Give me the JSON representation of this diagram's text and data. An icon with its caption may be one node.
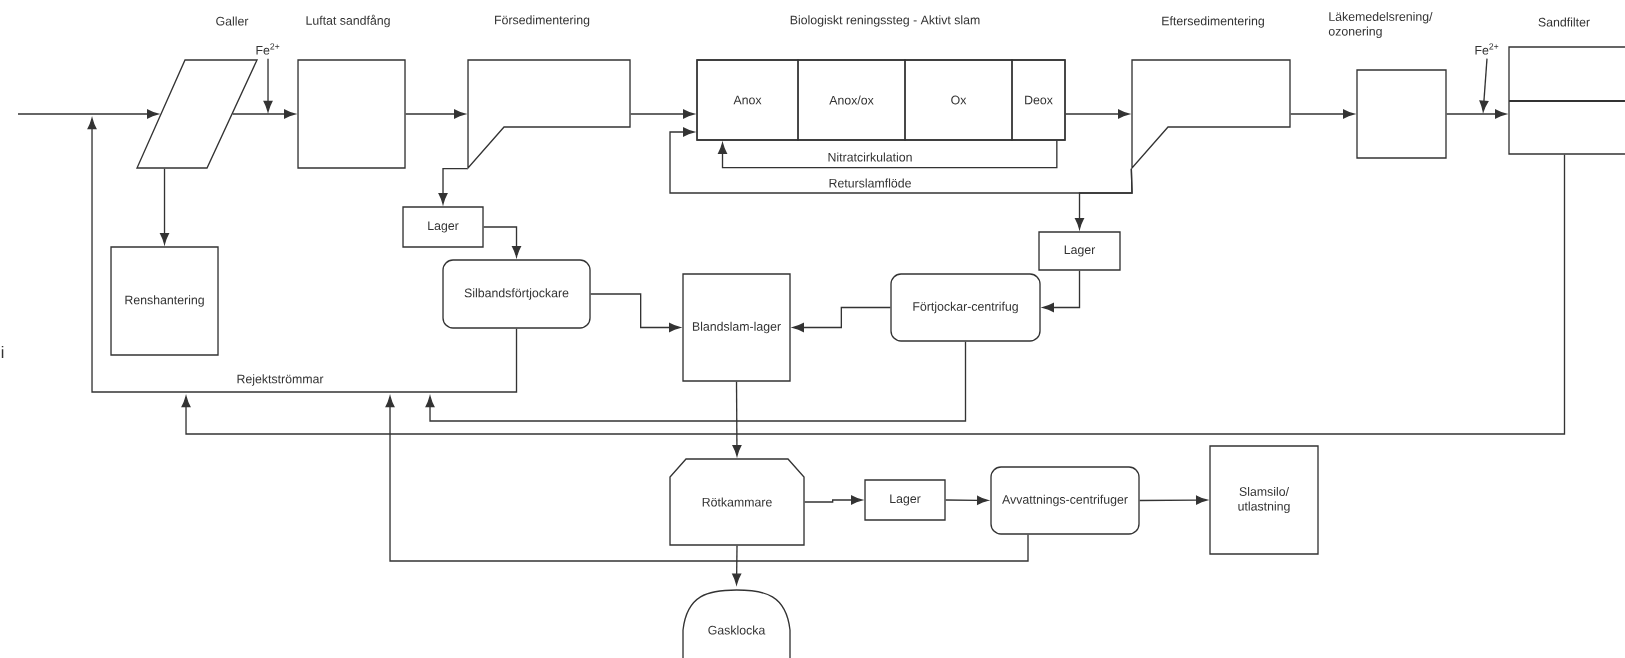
{
  "diagram": {
    "nodes": [
      {
        "text": [
          "Galler"
        ]
      },
      {
        "text": [
          "Fe$^{2+}$"
        ]
      },
      {
        "text": [
          "Luftat sandfång"
        ]
      },
      {
        "text": [
          "Försedimentering"
        ]
      },
      {
        "text": [
          "Biologiskt reningssteg - Aktivt slam"
        ]
      },
      {
        "text": [
          "Anox"
        ],
        "in": 4
      },
      {
        "text": [
          "Anox/ox"
        ],
        "in": 4
      },
      {
        "text": [
          "Ox"
        ],
        "in": 4
      },
      {
        "text": [
          "Deox"
        ],
        "in": 4
      },
      {
        "text": [
          "Eftersedimentering"
        ]
      },
      {
        "text": [
          "Läkemedelsrening/ ozonering"
        ]
      },
      {
        "text": [
          "Fe$^{2+}$"
        ]
      },
      {
        "text": [
          "Sandfilter"
        ]
      },
      {
        "text": [
          "Lager"
        ]
      },
      {
        "text": [
          "Renshantering"
        ]
      },
      {
        "text": [
          "Silbandsförtjockare"
        ]
      },
      {
        "text": [
          "Blandslam-lager"
        ]
      },
      {
        "text": [
          "Lager"
        ]
      },
      {
        "text": [
          "Förtjockar-centrifug"
        ]
      },
      {
        "text": [
          "Rötkammare"
        ]
      },
      {
        "text": [
          "Lager"
        ]
      },
      {
        "text": [
          "Avvattnings-centrifuger"
        ]
      },
      {
        "text": [
          "Slamsilo/ utlastning"
        ]
      },
      {
        "text": [
          "Gasklocka"
        ]
      }
    ],
    "edges": [
      {
        "from": null,
        "to": 0,
        "arrow": "to"
      },
      {
        "from": 0,
        "to": 2,
        "arrow": "to"
      },
      {
        "from": 1,
        "to": null,
        "arrow": "to"
      },
      {
        "from": 2,
        "to": 3,
        "arrow": "to"
      },
      {
        "from": 3,
        "to": 4,
        "arrow": "to"
      },
      {
        "from": 8,
        "to": 5,
        "arrow": "to",
        "label": "Nitratcirkulation"
      },
      {
        "from": 9,
        "to": 4,
        "arrow": "to",
        "label": "Returslamflöde"
      },
      {
        "from": 4,
        "to": 9,
        "arrow": "to"
      },
      {
        "from": 9,
        "to": 10,
        "arrow": "to"
      },
      {
        "from": 10,
        "to": 12,
        "arrow": "to"
      },
      {
        "from": 11,
        "to": null,
        "arrow": "to"
      },
      {
        "from": 0,
        "to": 14,
        "arrow": "to"
      },
      {
        "from": 3,
        "to": 13,
        "arrow": "to"
      },
      {
        "from": 13,
        "to": 15,
        "arrow": "to"
      },
      {
        "from": 15,
        "to": 16,
        "arrow": "to"
      },
      {
        "from": 9,
        "to": 17,
        "arrow": "to"
      },
      {
        "from": 17,
        "to": 18,
        "arrow": "to"
      },
      {
        "from": 18,
        "to": 16,
        "arrow": "to"
      },
      {
        "from": 15,
        "to": null,
        "arrow": "to",
        "label": "Rejektströmmar"
      },
      {
        "from": 12,
        "to": null,
        "arrow": "to"
      },
      {
        "from": 18,
        "to": null,
        "arrow": "to"
      },
      {
        "from": 16,
        "to": 19,
        "arrow": "to"
      },
      {
        "from": 19,
        "to": 20,
        "arrow": "to"
      },
      {
        "from": 20,
        "to": 21,
        "arrow": "to"
      },
      {
        "from": 21,
        "to": 22,
        "arrow": "to"
      },
      {
        "from": 21,
        "to": null,
        "arrow": "to"
      },
      {
        "from": 19,
        "to": 23,
        "arrow": "to"
      }
    ],
    "labels": [
      "i"
    ]
  }
}
